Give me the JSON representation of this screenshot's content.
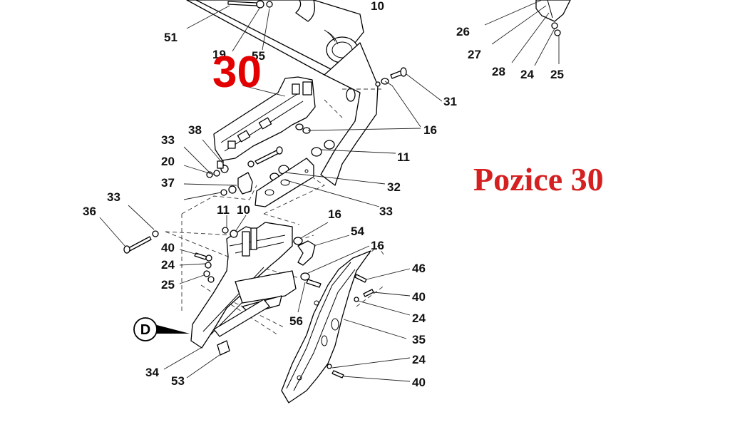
{
  "title": "Pozice 30",
  "highlight_number": "30",
  "callout_letter": "D",
  "part_numbers": [
    "10",
    "51",
    "19",
    "55",
    "26",
    "27",
    "28",
    "24",
    "25",
    "31",
    "16",
    "11",
    "38",
    "33",
    "20",
    "37",
    "32",
    "33",
    "36",
    "33",
    "11",
    "10",
    "16",
    "54",
    "16",
    "40",
    "24",
    "25",
    "46",
    "40",
    "24",
    "56",
    "35",
    "34",
    "53",
    "24",
    "40"
  ]
}
